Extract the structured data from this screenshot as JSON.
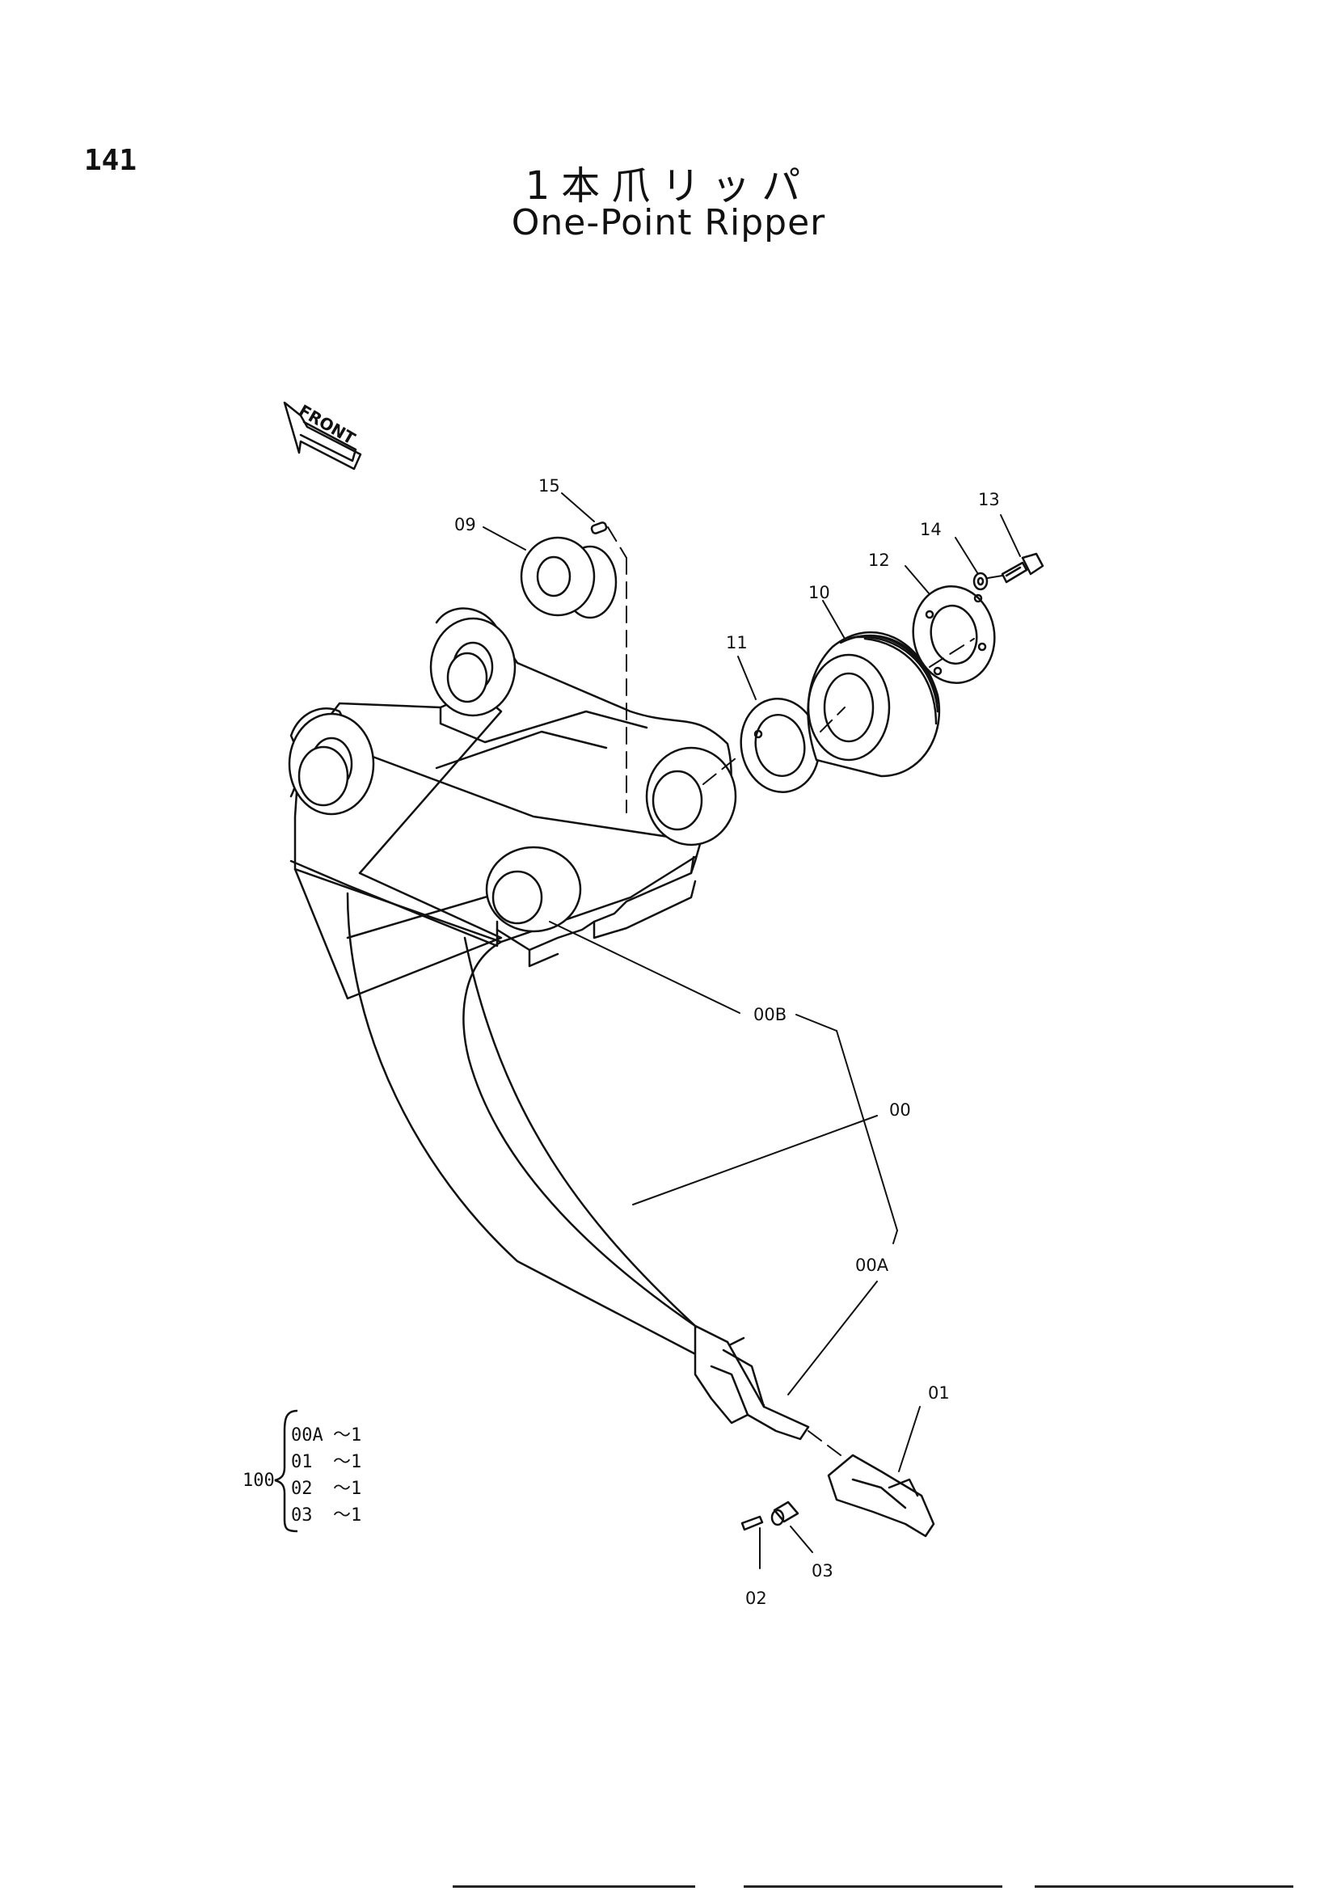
{
  "page_number": "141",
  "title_jp": "1本爪リッパ",
  "title_en": "One-Point Ripper",
  "front_label": "FRONT",
  "callouts": {
    "c15": "15",
    "c09": "09",
    "c13": "13",
    "c14": "14",
    "c12": "12",
    "c10": "10",
    "c11": "11",
    "c00B": "00B",
    "c00": "00",
    "c00A": "00A",
    "c01": "01",
    "c02": "02",
    "c03": "03"
  },
  "kit": {
    "label": "100",
    "items": [
      {
        "code": "00A",
        "qty": "～1"
      },
      {
        "code": "01",
        "qty": "～1"
      },
      {
        "code": "02",
        "qty": "～1"
      },
      {
        "code": "03",
        "qty": "～1"
      }
    ]
  }
}
